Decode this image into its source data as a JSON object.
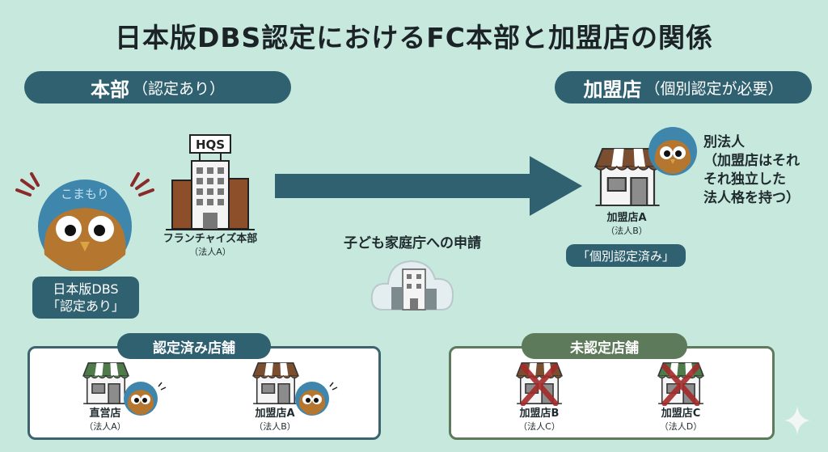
{
  "title": "日本版DBS認定におけるFC本部と加盟店の関係",
  "left_header": {
    "main": "本部",
    "sub": "（認定あり）"
  },
  "right_header": {
    "main": "加盟店",
    "sub": "（個別認定が必要）"
  },
  "hq": {
    "sign": "HQS",
    "name": "フランチャイズ本部",
    "entity": "（法人A）"
  },
  "dbs_badge": {
    "line1": "日本版DBS",
    "line2": "「認定あり」"
  },
  "application": "子ども家庭庁への申請",
  "franchise": {
    "name": "加盟店A",
    "entity": "（法人B）",
    "badge": "「個別認定済み」"
  },
  "separate_entity": {
    "title": "別法人",
    "lines": [
      "（加盟店はそれ",
      "それ独立した",
      "法人格を持つ）"
    ]
  },
  "certified_stores": {
    "header": "認定済み店舗",
    "items": [
      {
        "name": "直営店",
        "entity": "（法人A）"
      },
      {
        "name": "加盟店A",
        "entity": "（法人B）"
      }
    ]
  },
  "uncertified_stores": {
    "header": "未認定店舗",
    "items": [
      {
        "name": "加盟店B",
        "entity": "（法人C）"
      },
      {
        "name": "加盟店C",
        "entity": "（法人D）"
      }
    ]
  },
  "colors": {
    "background": "#c7e9dd",
    "teal": "#2f6170",
    "green": "#5d7a5a",
    "cross": "#a52a2a",
    "owl_blue": "#3f86ad",
    "owl_brown": "#b5762f"
  }
}
